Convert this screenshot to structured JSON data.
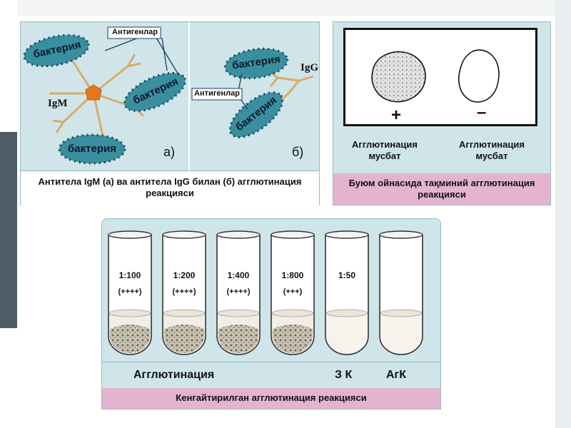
{
  "panel_a": {
    "antigen_label": "Антигенлар",
    "bacteria": [
      "бактерия",
      "бактерия",
      "бактерия"
    ],
    "igm_label": "IgM",
    "sublabel": "а)",
    "caption": "Антитела IgM (а) ва антитела IgG билан (б) агглютинация реакцияси"
  },
  "panel_b": {
    "antigen_label": "Антигенлар",
    "bacteria": [
      "бактерия",
      "бактерия"
    ],
    "igg_label": "IgG",
    "sublabel": "б)"
  },
  "glass_test": {
    "plus_symbol": "+",
    "minus_symbol": "–",
    "positive_label": "Агглютинация мусбат",
    "negative_label": "Агглютинация мусбат",
    "caption": "Буюм ойнасида тақминий агглютинация реакцияси"
  },
  "tubes": {
    "items": [
      {
        "dilution": "1:100",
        "result": "(++++)"
      },
      {
        "dilution": "1:200",
        "result": "(++++)"
      },
      {
        "dilution": "1:400",
        "result": "(++++)"
      },
      {
        "dilution": "1:800",
        "result": "(+++)"
      },
      {
        "dilution": "1:50",
        "result": ""
      },
      {
        "dilution": "",
        "result": ""
      }
    ],
    "agglutination_label": "Агглютинация",
    "control_1": "З К",
    "control_2": "АгК",
    "caption": "Кенгайтирилган агглютинация реакцияси"
  },
  "colors": {
    "panel_bg": "#cfe5ea",
    "caption_pink": "#e3b3cf",
    "bacteria_fill": "#3a8f9e",
    "accent_orange": "#e8771a",
    "antibody_tan": "#d6ad6b"
  }
}
